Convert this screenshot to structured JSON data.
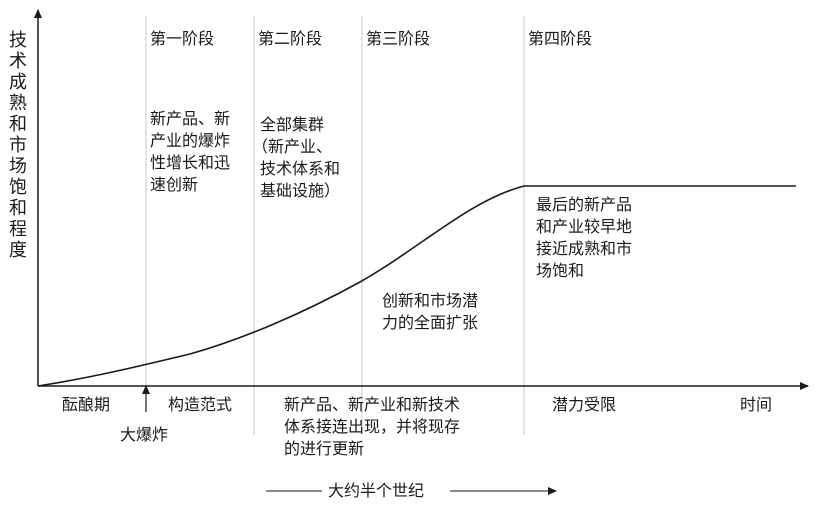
{
  "y_axis_label": "技术成熟和市场饱和程度",
  "x_axis_label": "时间",
  "stages": [
    "第一阶段",
    "第二阶段",
    "第三阶段",
    "第四阶段"
  ],
  "stage_descriptions": [
    [
      "新产品、新",
      "产业的爆炸",
      "性增长和迅",
      "速创新"
    ],
    [
      "全部集群",
      "（新产业、",
      "技术体系和",
      "基础设施）"
    ],
    [
      "创新和市场潜",
      "力的全面扩张"
    ],
    [
      "最后的新产品",
      "和产业较早地",
      "接近成熟和市",
      "场饱和"
    ]
  ],
  "bottom_labels": {
    "gestation": "酝酿期",
    "big_bang": "大爆炸",
    "paradigm": "构造范式",
    "emergence": [
      "新产品、新产业和新技术",
      "体系接连出现，并将现存",
      "的进行更新"
    ],
    "limited": "潜力受限"
  },
  "duration_label": "大约半个世纪",
  "colors": {
    "axis": "#1a1a1a",
    "divider": "#c8c8c8",
    "curve": "#1a1a1a"
  }
}
